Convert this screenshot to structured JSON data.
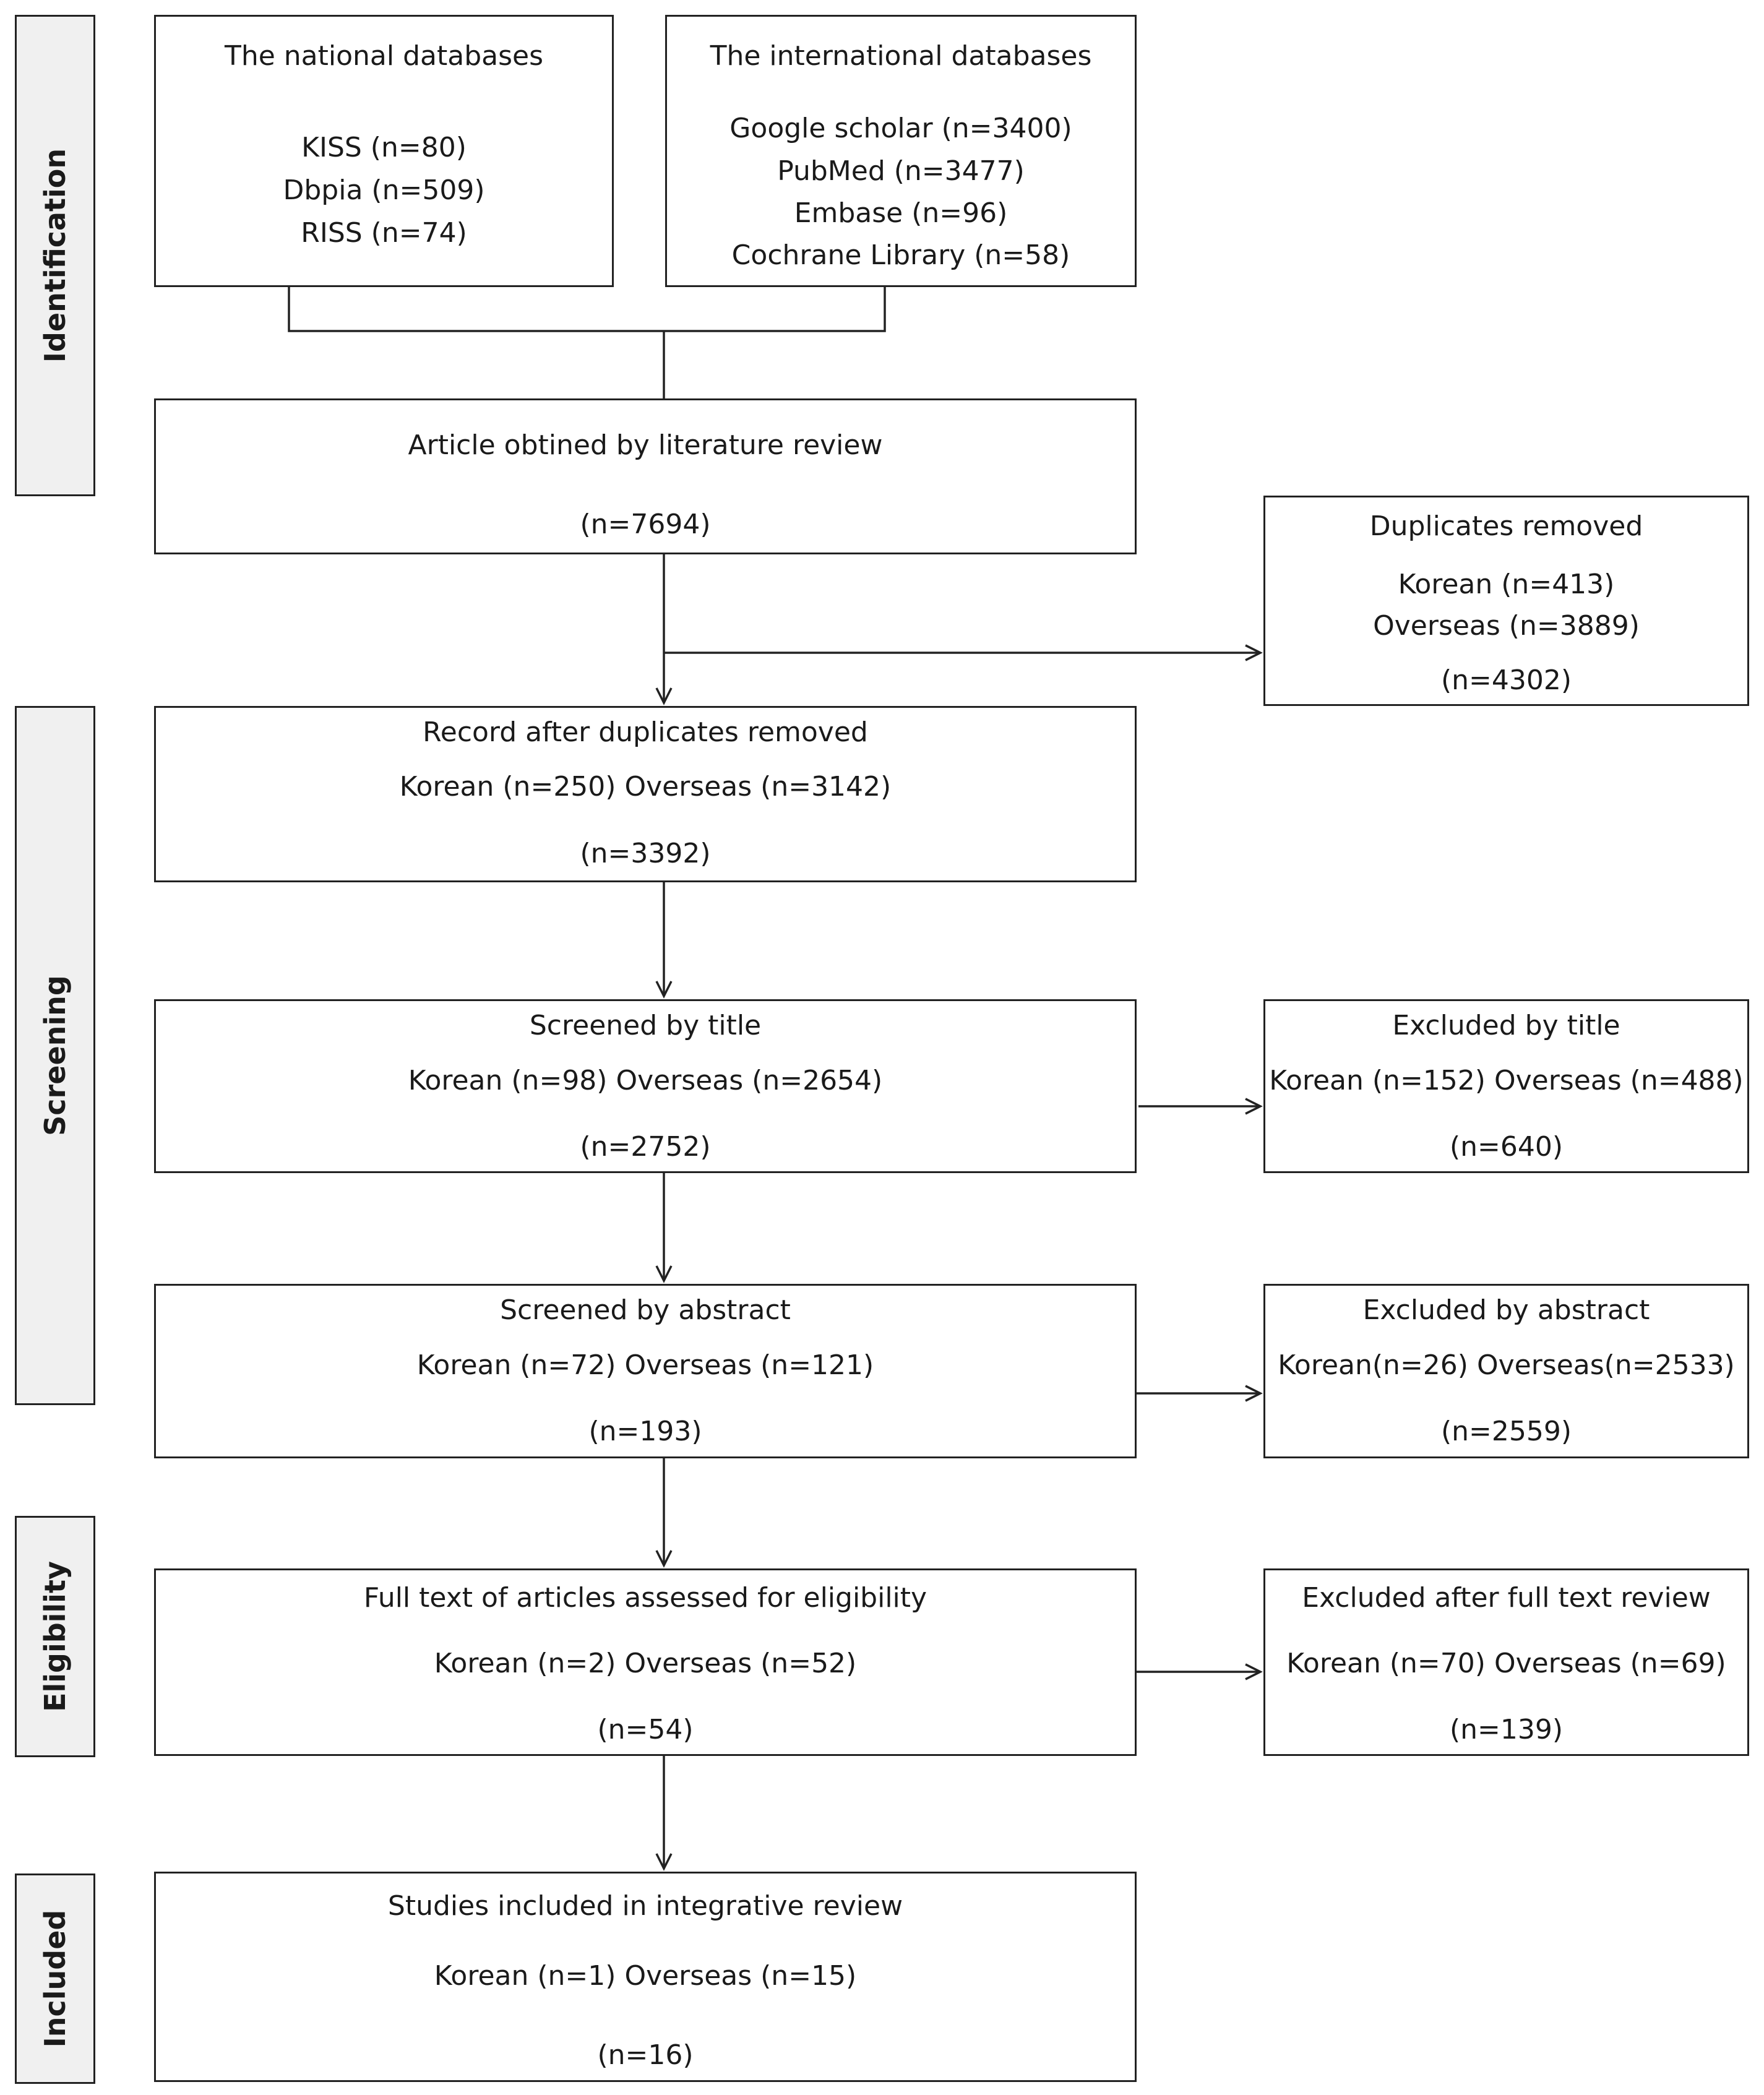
{
  "phases": {
    "identification": "Identification",
    "screening": "Screening",
    "eligibility": "Eligibility",
    "included": "Included"
  },
  "national": {
    "title": "The national databases",
    "lines": [
      "KISS (n=80)",
      "Dbpia (n=509)",
      "RISS (n=74)"
    ]
  },
  "international": {
    "title": "The international databases",
    "lines": [
      "Google scholar (n=3400)",
      "PubMed (n=3477)",
      "Embase (n=96)",
      "Cochrane Library (n=58)"
    ]
  },
  "obtained": {
    "title": "Article obtined by literature review",
    "total": "(n=7694)"
  },
  "duplicates": {
    "title": "Duplicates removed",
    "korean": "Korean (n=413)",
    "overseas": "Overseas (n=3889)",
    "total": "(n=4302)"
  },
  "after_dup": {
    "title": "Record after duplicates removed",
    "detail": "Korean (n=250) Overseas (n=3142)",
    "total": "(n=3392)"
  },
  "by_title": {
    "title": "Screened by title",
    "detail": "Korean (n=98) Overseas (n=2654)",
    "total": "(n=2752)"
  },
  "excl_title": {
    "title": "Excluded by title",
    "detail": "Korean (n=152) Overseas (n=488)",
    "total": "(n=640)"
  },
  "by_abstract": {
    "title": "Screened by abstract",
    "detail": "Korean (n=72) Overseas (n=121)",
    "total": "(n=193)"
  },
  "excl_abstract": {
    "title": "Excluded by abstract",
    "detail": "Korean(n=26) Overseas(n=2533)",
    "total": "(n=2559)"
  },
  "fulltext": {
    "title": "Full text of articles assessed for eligibility",
    "detail": "Korean (n=2) Overseas (n=52)",
    "total": "(n=54)"
  },
  "excl_fulltext": {
    "title": "Excluded after full text review",
    "detail": "Korean (n=70) Overseas (n=69)",
    "total": "(n=139)"
  },
  "included_box": {
    "title": "Studies included in integrative review",
    "detail": "Korean (n=1) Overseas (n=15)",
    "total": "(n=16)"
  }
}
